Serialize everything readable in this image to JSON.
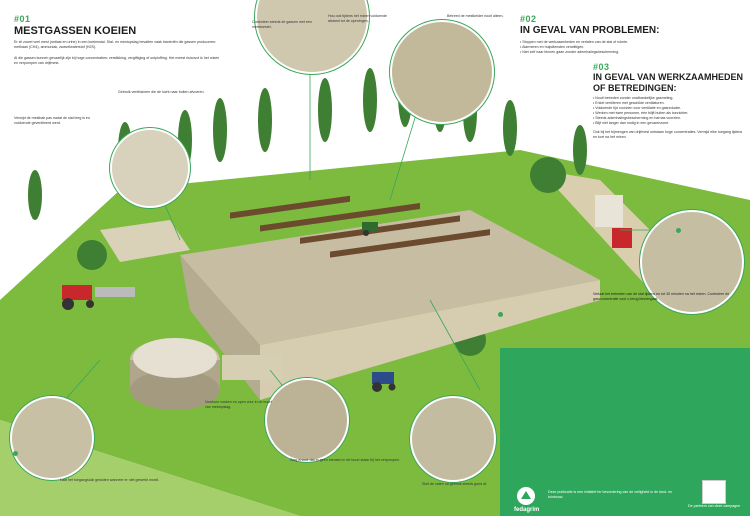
{
  "section1": {
    "number": "#01",
    "title": "MESTGASSEN KOEIEN",
    "intro": "Er zit zowel veel mest (ontlast en urine) in een koeienstal. Stal- en mestopslag bevatten vaak bacteriën die gassen produceren: methaan (CH4), ammoniak, zwavelwaterstof (H2S).",
    "body": "Al die gassen kunnen gevaarlijk zijn bij hoge concentraties: verstikking, vergiftiging of ontploffing. Het meest risicovol is het mixen en verpompen van drijfmest."
  },
  "section2": {
    "number": "#02",
    "title": "IN GEVAL VAN PROBLEMEN:",
    "bullets": [
      "Stoppen met de werkzaamheden en verlaten van de stal of ruimte.",
      "Alarmeren en hulpdiensten verwittigen.",
      "Niet zelf naar binnen gaan zonder ademhalingsbescherming."
    ]
  },
  "section3": {
    "number": "#03",
    "title_line1": "IN GEVAL VAN WERKZAAMHEDEN",
    "title_line2": "OF BETREDINGEN:",
    "bullets": [
      "Nooit betreden zonder onafhankelijke gasmeting.",
      "Enkel ventileren met geschikte ventilatoren.",
      "Voldoende tijd voorzien voor ventilatie en gasreductie.",
      "Werken met twee personen, één blijft buiten als toezichter.",
      "Steeds ademhalingsbescherming en harnas voorzien.",
      "Blijf niet langer dan nodig in een gevarenzone."
    ],
    "extra": "Ook bij het bijmengen van drijfmest ontstaan hoge concentraties. Vermijd elke toegang tijdens en kort na het mixen."
  },
  "callouts": [
    "Verwijd de mestbak pas nadat de stal leeg is en voldoende geventileerd werd.",
    "Gebruik ventilatoren die de lucht naar buiten afvoeren.",
    "Controleer steeds de gassen met een meettoestel.",
    "Hou ook tijdens het mixen voldoende afstand tot de openingen.",
    "Betreed de mestkelder nooit alleen.",
    "Voorkom vonken en open vuur in de buurt van mestopslag.",
    "Laat het toegangsluik gesloten wanneer er niet gewerkt wordt.",
    "Zorg ervoor dat er geen mensen in de buurt staan bij het verpompen.",
    "Sluit de vaten na gebruik steeds goed af."
  ],
  "green_panel_text": "Verlaat het betreden van de stal tijdens en tot 30 minuten na het mixen. Controleer de gasconcentratie voor u terug binnengaat.",
  "footer": {
    "logo_text": "fedagrim",
    "note": "Deze publicatie is een initiatief ter bevordering van de veiligheid in de land- en tuinbouw.",
    "partner_text": "De partners van deze campagne"
  },
  "colors": {
    "accent": "#3aa65a",
    "panel": "#2ea65c",
    "grass": "#7dbb3e",
    "wall": "#c9c0a6"
  }
}
